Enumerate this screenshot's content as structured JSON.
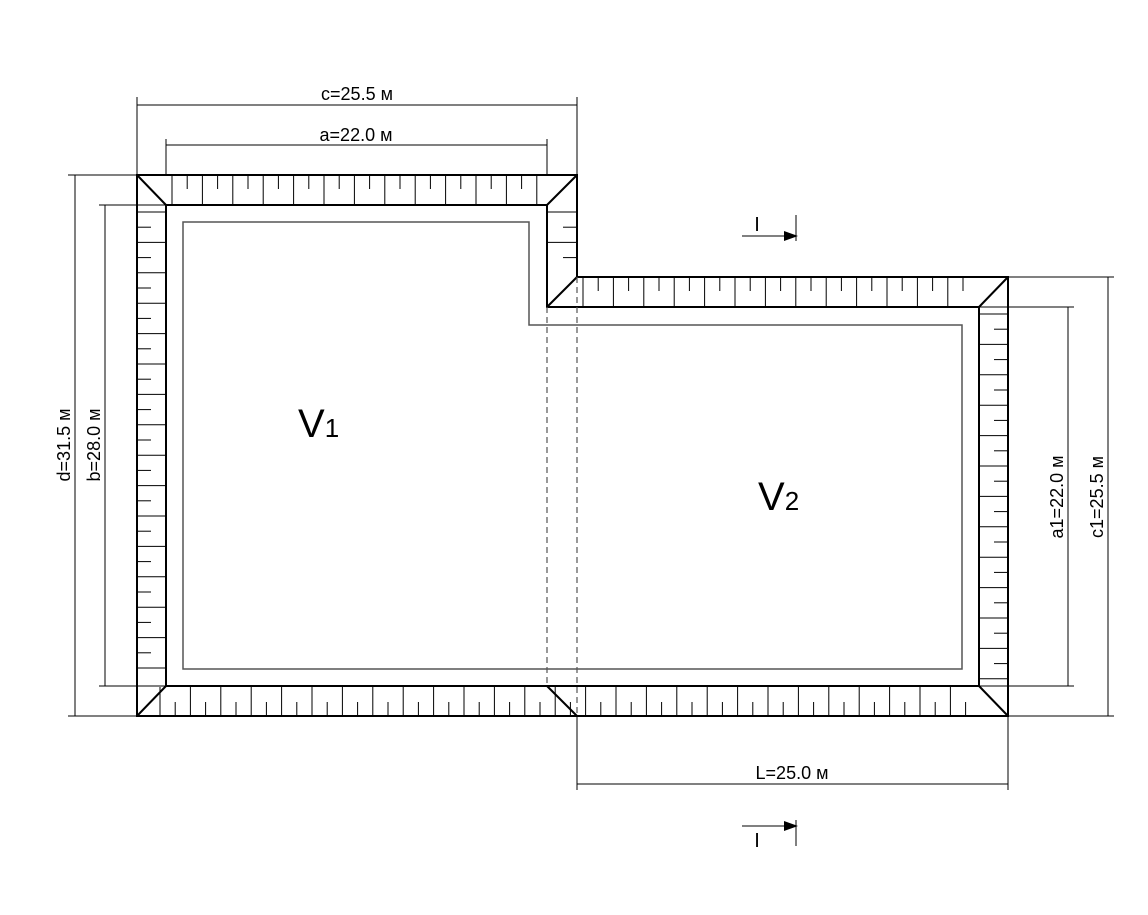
{
  "dimensions": {
    "c": "c=25.5 м",
    "a": "a=22.0 м",
    "d": "d=31.5 м",
    "b": "b=28.0 м",
    "a1": "a1=22.0 м",
    "c1": "c1=25.5 м",
    "L": "L=25.0 м"
  },
  "volumes": {
    "v1": {
      "main": "V",
      "sub": "1"
    },
    "v2": {
      "main": "V",
      "sub": "2"
    }
  },
  "section": {
    "label": "I"
  }
}
